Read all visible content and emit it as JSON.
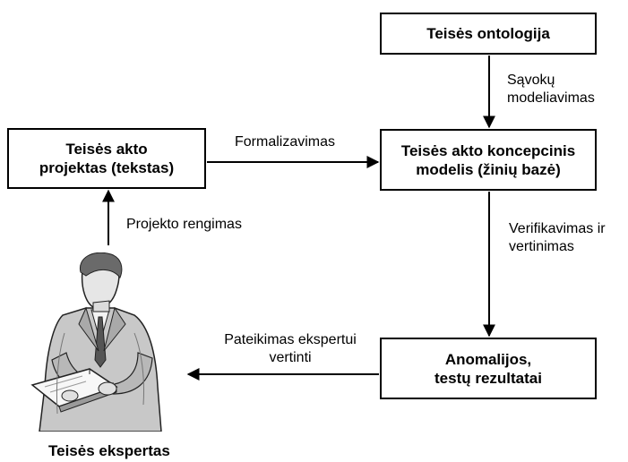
{
  "boxes": {
    "ontology": "Teisės ontologija",
    "draft_line1": "Teisės akto",
    "draft_line2": "projektas (tekstas)",
    "model_line1": "Teisės akto koncepcinis",
    "model_line2": "modelis (žinių bazė)",
    "anomalies_line1": "Anomalijos,",
    "anomalies_line2": "testų rezultatai"
  },
  "edges": {
    "concept_modeling_line1": "Sąvokų",
    "concept_modeling_line2": "modeliavimas",
    "formalization": "Formalizavimas",
    "drafting": "Projekto rengimas",
    "verification_line1": "Verifikavimas ir",
    "verification_line2": "vertinimas",
    "submission_line1": "Pateikimas ekspertui",
    "submission_line2": "vertinti"
  },
  "figure": {
    "caption": "Teisės ekspertas",
    "icon": "legal-expert-reading-icon"
  }
}
